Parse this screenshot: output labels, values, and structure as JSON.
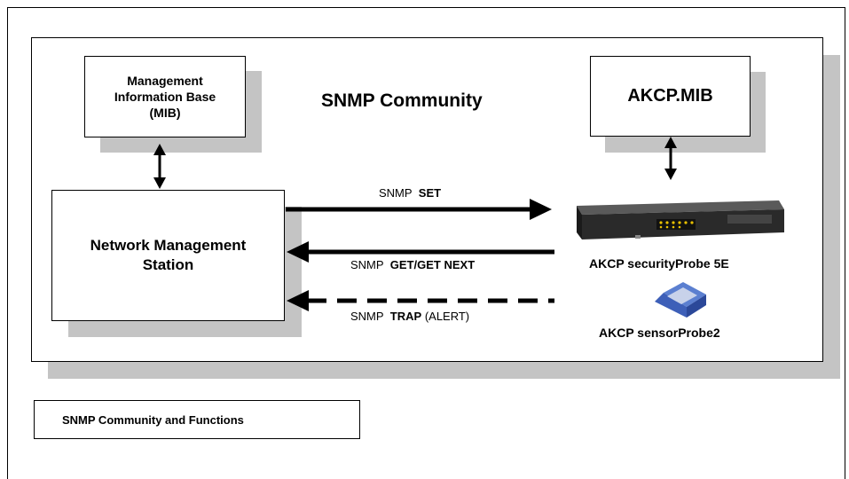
{
  "community_title": "SNMP Community",
  "mib_box": {
    "line1": "Management",
    "line2": "Information Base",
    "line3": "(MIB)"
  },
  "akcp_mib_box": {
    "label": "AKCP.MIB"
  },
  "nms_box": {
    "line1": "Network Management",
    "line2": "Station"
  },
  "arrows": {
    "set": {
      "prefix": "SNMP",
      "command": "SET",
      "suffix": ""
    },
    "get": {
      "prefix": "SNMP",
      "command": "GET/GET NEXT",
      "suffix": ""
    },
    "trap": {
      "prefix": "SNMP",
      "command": "TRAP",
      "suffix": "(ALERT)"
    }
  },
  "devices": {
    "security_probe": {
      "name": "AKCP securityProbe 5E"
    },
    "sensor_probe": {
      "name": "AKCP sensorProbe2"
    }
  },
  "caption": "SNMP Community and Functions",
  "colors": {
    "shadow": "#c4c4c4",
    "device_body": "#2a2a2a",
    "device_led": "#e8c000",
    "sensor_blue": "#3d5fb8"
  }
}
